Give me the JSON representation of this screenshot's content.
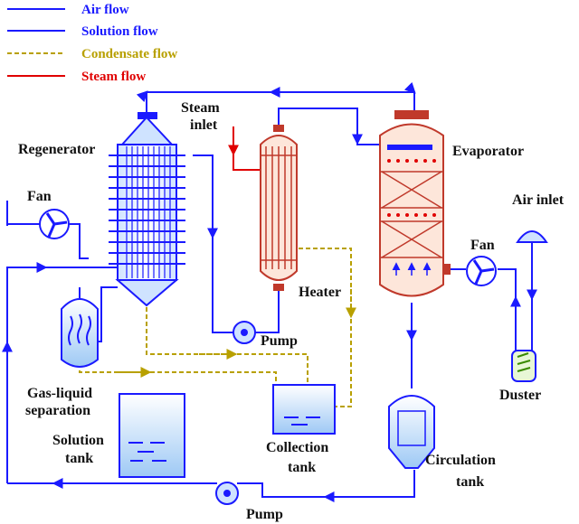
{
  "legend": {
    "air": "Air flow",
    "solution": "Solution  flow",
    "condensate": "Condensate flow",
    "steam": "Steam flow"
  },
  "labels": {
    "steam_inlet_1": "Steam",
    "steam_inlet_2": "inlet",
    "regenerator": "Regenerator",
    "evaporator": "Evaporator",
    "fan_left": "Fan",
    "fan_right": "Fan",
    "air_inlet": "Air inlet",
    "heater": "Heater",
    "pump_mid": "Pump",
    "gas_liquid_1": "Gas-liquid",
    "gas_liquid_2": "separation",
    "solution_tank_1": "Solution",
    "solution_tank_2": "tank",
    "collection_tank_1": "Collection",
    "collection_tank_2": "tank",
    "duster": "Duster",
    "circulation_tank_1": "Circulation",
    "circulation_tank_2": "tank",
    "pump_bottom": "Pump"
  },
  "colors": {
    "air": "#1a1aff",
    "solution": "#1a1aff",
    "condensate": "#b8a000",
    "steam": "#e00000",
    "vessel_fill": "#fde6da",
    "vessel_stroke": "#c0392b",
    "tank_fill": "#dbeafe",
    "tank_stroke": "#1a1aff"
  }
}
